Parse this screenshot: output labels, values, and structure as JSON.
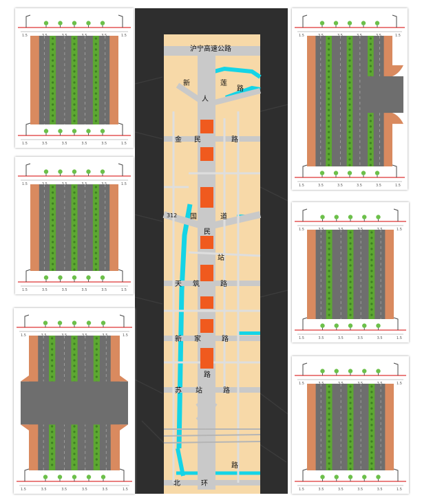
{
  "map": {
    "road_labels": {
      "expressway": "沪宁高速公路",
      "xinren_1": "新",
      "xinren_2": "人",
      "xinren_3": "莲",
      "xinren_4": "路",
      "jinmin_1": "金",
      "jinmin_2": "民",
      "jinmin_3": "路",
      "national_num": "312",
      "national_1": "国",
      "national_2": "道",
      "min_char": "民",
      "zhan_char": "站",
      "tianzhu_1": "天",
      "tianzhu_2": "筑",
      "tianzhu_3": "路",
      "xinjia_1": "新",
      "xinjia_2": "家",
      "xinjia_3": "路",
      "lu_char": "路",
      "suzhan_1": "苏",
      "suzhan_2": "站",
      "suzhan_3": "路",
      "lu_char2": "路",
      "beihuan_1": "北",
      "beihuan_2": "环"
    },
    "colors": {
      "background": "#2e2e2e",
      "land": "#f7d9a8",
      "road": "#c9c9c9",
      "water": "#15d4e6",
      "segment": "#f05a1e"
    }
  },
  "panels": {
    "panel_left_1": {
      "type": "straight",
      "section_labels": [
        "1.5",
        "3.5",
        "3.5",
        "3.5",
        "3.5",
        "1.5"
      ]
    },
    "panel_left_2": {
      "type": "straight",
      "section_labels": [
        "1.5",
        "3.5",
        "3.5",
        "3.5",
        "3.5",
        "1.5"
      ]
    },
    "panel_left_3": {
      "type": "intersection",
      "section_labels": [
        "1.5",
        "3.5",
        "3.5",
        "3.5",
        "3.5",
        "1.5"
      ]
    },
    "panel_right_1": {
      "type": "t-junction",
      "section_labels": [
        "1.5",
        "3.5",
        "3.5",
        "3.5",
        "3.5",
        "1.5"
      ]
    },
    "panel_right_2": {
      "type": "straight",
      "section_labels": [
        "1.5",
        "3.5",
        "3.5",
        "3.5",
        "3.5",
        "1.5"
      ]
    },
    "panel_right_3": {
      "type": "straight",
      "section_labels": [
        "1.5",
        "3.5",
        "3.5",
        "3.5",
        "3.5",
        "1.5"
      ]
    }
  },
  "colors": {
    "sidewalk": "#d98a5f",
    "asphalt": "#6e6e6e",
    "median": "#5da832",
    "connector": "#ffffff"
  }
}
